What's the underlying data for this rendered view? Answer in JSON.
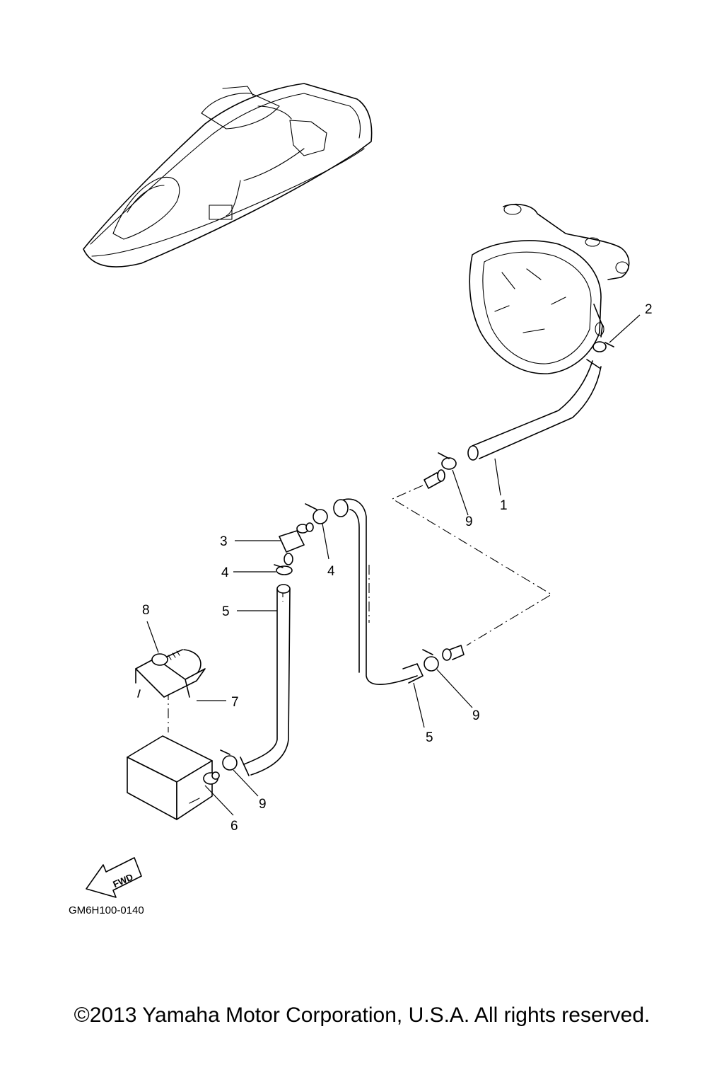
{
  "diagram": {
    "part_code": "GM6H100-0140",
    "fwd_label": "FWD",
    "copyright": "©2013 Yamaha Motor Corporation, U.S.A. All rights reserved.",
    "callouts": [
      {
        "id": "c1",
        "label": "1"
      },
      {
        "id": "c2",
        "label": "2"
      },
      {
        "id": "c3",
        "label": "3"
      },
      {
        "id": "c4a",
        "label": "4"
      },
      {
        "id": "c4b",
        "label": "4"
      },
      {
        "id": "c5a",
        "label": "5"
      },
      {
        "id": "c5b",
        "label": "5"
      },
      {
        "id": "c6",
        "label": "6"
      },
      {
        "id": "c7",
        "label": "7"
      },
      {
        "id": "c8",
        "label": "8"
      },
      {
        "id": "c9a",
        "label": "9"
      },
      {
        "id": "c9b",
        "label": "9"
      },
      {
        "id": "c9c",
        "label": "9"
      }
    ]
  }
}
